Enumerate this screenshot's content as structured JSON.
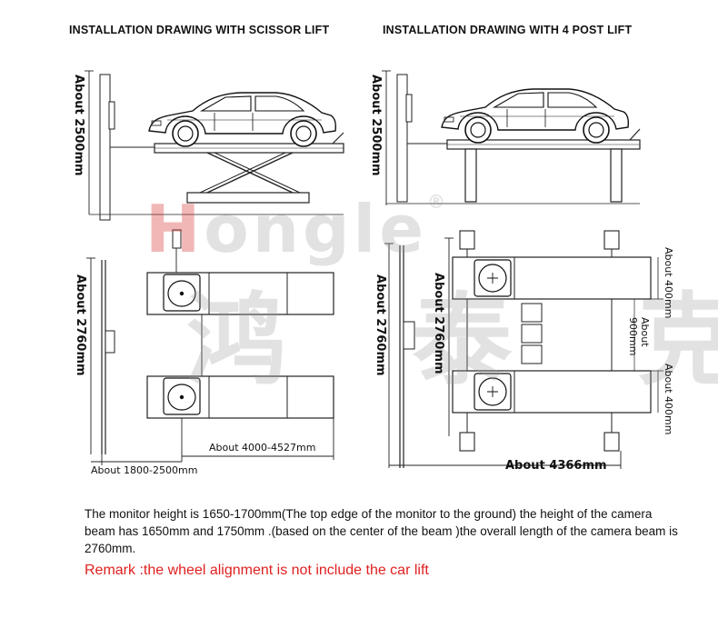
{
  "titles": {
    "scissor": "INSTALLATION DRAWING WITH SCISSOR LIFT",
    "four_post": "INSTALLATION DRAWING WITH 4 POST LIFT"
  },
  "dimensions": {
    "scissor_height": "About 2500mm",
    "scissor_width": "About 2760mm",
    "scissor_length": "About 4000-4527mm",
    "scissor_offset": "About 1800-2500mm",
    "post_height": "About 2500mm",
    "post_width_outer": "About 2760mm",
    "post_width_inner": "About 2760mm",
    "post_top_gap": "About 400mm",
    "post_mid_gap": "About 900mm",
    "post_bottom_gap": "About 400mm",
    "post_length": "About 4366mm"
  },
  "watermark": {
    "latin": "Hongle®",
    "cjk": "鸿 泰 克"
  },
  "notes": {
    "description": "The monitor height is 1650-1700mm(The top edge of the monitor to the ground)  the height of the camera beam has 1650mm and 1750mm .(based on the center of the beam )the overall length of the camera beam is 2760mm.",
    "remark": "Remark :the wheel alignment is not include the car lift"
  },
  "colors": {
    "remark": "#e02020",
    "line": "#222222",
    "watermark_red": "#d83030"
  }
}
